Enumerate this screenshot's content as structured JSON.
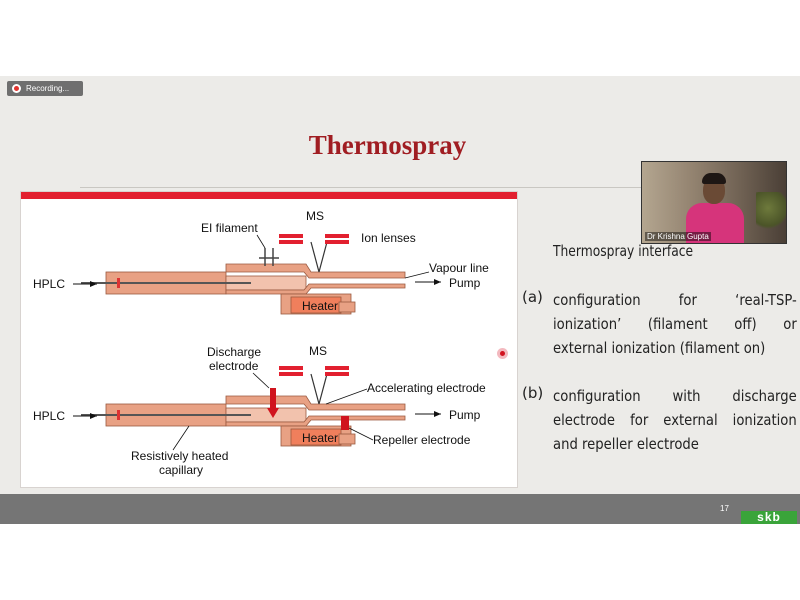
{
  "recording": {
    "label": "Recording..."
  },
  "slide": {
    "title": "Thermospray",
    "caption": "Thermospray interface",
    "items": [
      {
        "marker": "(a)",
        "lines": [
          "configuration for ‘real-TSP-",
          "ionization’ (filament off) or",
          "external ionization (filament on)"
        ]
      },
      {
        "marker": "(b)",
        "lines": [
          "configuration with discharge",
          "electrode for external ionization",
          "and repeller electrode"
        ]
      }
    ],
    "page_number": "17",
    "logo_text": "skb"
  },
  "video": {
    "participant_name": "Dr Krishna Gupta"
  },
  "figure": {
    "top": {
      "ms": "MS",
      "ei_filament": "EI filament",
      "ion_lenses": "Ion lenses",
      "vapour_line": "Vapour line",
      "hplc": "HPLC",
      "pump": "Pump",
      "heater": "Heater"
    },
    "bottom": {
      "discharge_1": "Discharge",
      "discharge_2": "electrode",
      "ms": "MS",
      "accelerating": "Accelerating electrode",
      "hplc": "HPLC",
      "pump": "Pump",
      "heater": "Heater",
      "repeller": "Repeller electrode",
      "capillary_1": "Resistively heated",
      "capillary_2": "capillary"
    }
  },
  "colors": {
    "title": "#a01d22",
    "accent_red": "#e2202f",
    "tube": "#e8a184",
    "logo": "#3aa43a",
    "footer": "#757575"
  }
}
